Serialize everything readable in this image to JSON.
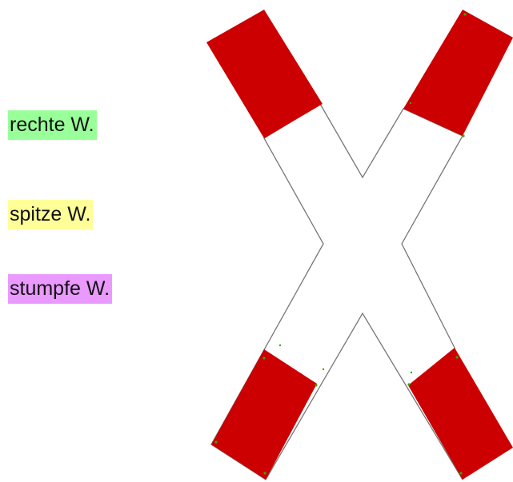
{
  "legend": {
    "items": [
      {
        "label": "rechte W.",
        "color": "#99ff99"
      },
      {
        "label": "spitze W.",
        "color": "#ffff99"
      },
      {
        "label": "stumpfe W.",
        "color": "#ea99ff"
      }
    ]
  },
  "cross": {
    "band_color": "#cc0000",
    "outline_color": "#777777",
    "point_color": "#33aa00"
  }
}
